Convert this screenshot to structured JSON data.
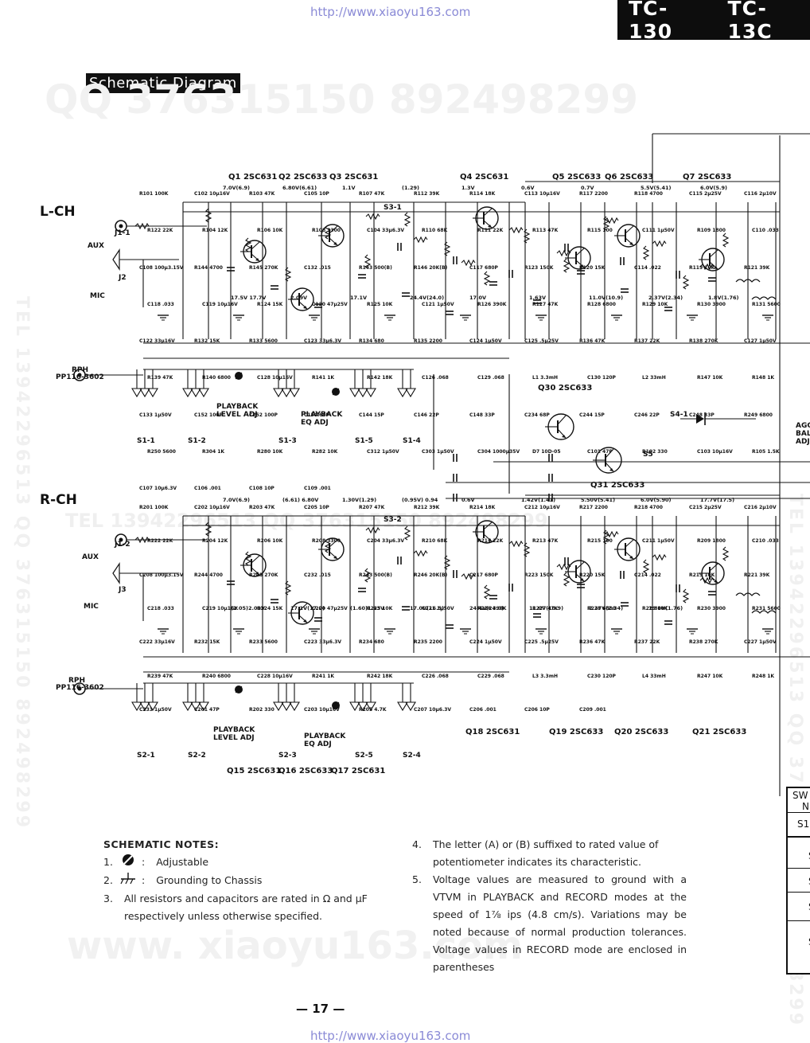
{
  "header": {
    "watermark_url": "http://www.xiaoyu163.com",
    "tab_labels": [
      "TC-130",
      "TC-13C"
    ]
  },
  "title": "Schematic Diagram",
  "watermarks": {
    "qq_line": "QQ 376315150   892498299",
    "site_line": "www. xiaoyu163.com",
    "tel_vertical": "TEL 13942296513  QQ 376315150 892498299",
    "tel_horizontal": "TEL 13942296513   QQ 376315150   892498299"
  },
  "channels": {
    "left": "L-CH",
    "right": "R-CH"
  },
  "transistors": {
    "l_top": [
      "Q1 2SC631",
      "Q2 2SC633",
      "Q3 2SC631",
      "Q4 2SC631",
      "Q5 2SC633",
      "Q6 2SC633",
      "Q7 2SC633"
    ],
    "mid": [
      "Q30 2SC633",
      "Q31 2SC633"
    ],
    "r_bottom": [
      "Q18 2SC631",
      "Q19 2SC633",
      "Q20 2SC633",
      "Q21 2SC633"
    ],
    "r_bottom_left": [
      "Q15 2SC631",
      "Q16 2SC633",
      "Q17 2SC631"
    ]
  },
  "inputs": {
    "aux_l": "AUX",
    "j1": "J1-1",
    "mic_l": "MIC",
    "j2": "J2",
    "rph_l": "RPH",
    "pp_l": "PP116-3602",
    "aux_r": "AUX",
    "j12": "J1-2",
    "mic_r": "MIC",
    "j3": "J3",
    "rph_r": "RPH",
    "pp_r": "PP116-3602"
  },
  "adjust_labels": {
    "pb_level_l": "PLAYBACK LEVEL ADJ",
    "pb_eq_l": "PLAYBACK EQ ADJ",
    "pb_level_r": "PLAYBACK LEVEL ADJ",
    "pb_eq_r": "PLAYBACK EQ ADJ",
    "agc": "AGC BAL ADJ"
  },
  "switches": {
    "l": [
      "S1-1",
      "S1-2",
      "S1-3",
      "S1-5",
      "S1-4"
    ],
    "r": [
      "S2-1",
      "S2-2",
      "S2-3",
      "S2-5",
      "S2-4"
    ],
    "misc": [
      "S3-1",
      "S3-2",
      "S4-1",
      "S5"
    ]
  },
  "components_l": [
    "R101 100K",
    "C102 10μ16V",
    "R103 47K",
    "C105 10P",
    "R107 47K",
    "R112 39K",
    "R114 18K",
    "C113 10μ16V",
    "R117 2200",
    "R118 4700",
    "C115 2μ25V",
    "C116 2μ10V",
    "R122 22K",
    "R104 12K",
    "R106 10K",
    "R108 3300",
    "C104 33μ6.3V",
    "R110 68K",
    "R111 22K",
    "R113 47K",
    "R115 100",
    "C111 1μ50V",
    "R109 1800",
    "C110 .033",
    "C108 100μ3.15V",
    "R144 4700",
    "R145 270K",
    "C132 .015",
    "R143 500(B)",
    "R146 20K(B)",
    "C117 680P",
    "R123 150K",
    "R120 15K",
    "C114 .022",
    "R119 10K",
    "R121 39K",
    "C118 .033",
    "C119 10μ16V",
    "R124 15K",
    "C120 47μ25V",
    "R125 10K",
    "C121 1μ50V",
    "R126 390K",
    "R127 47K",
    "R128 6800",
    "R129 10K",
    "R130 3900",
    "R131 5600",
    "C122 33μ16V",
    "R132 15K",
    "R133 5600",
    "C123 33μ6.3V",
    "R134 680",
    "R135 2200",
    "C124 1μ50V",
    "C125 .5μ25V",
    "R136 47K",
    "R137 22K",
    "R138 270K",
    "C127 1μ50V",
    "R139 47K",
    "R140 6800",
    "C128 10μ16V",
    "R141 1K",
    "R142 18K",
    "C126 .068",
    "C129 .068",
    "L1 3.3mH",
    "C130 120P",
    "L2 33mH",
    "R147 10K",
    "R148 1K",
    "C133 1μ50V",
    "C152 100P",
    "C252 100P",
    "C154 68P",
    "C144 15P",
    "C146 22P",
    "C148 33P",
    "C234 68P",
    "C244 15P",
    "C246 22P",
    "C248 33P",
    "R249 6800",
    "R250 5600",
    "R304 1K",
    "R280 10K",
    "R282 10K",
    "C312 1μ50V",
    "C303 1μ50V",
    "C304 1000μ35V",
    "D7 10D-05",
    "C101 47P",
    "R102 330",
    "C103 10μ16V",
    "R105 1.5K",
    "C107 10μ6.3V",
    "C106 .001",
    "C108 10P",
    "C109 .001"
  ],
  "voltages_l": [
    "7.0V(6.9)",
    "6.80V(6.61)",
    "1.1V",
    "(1.29)",
    "1.3V",
    "0.6V",
    "0.7V",
    "5.5V(5.41)",
    "6.0V(5.9)",
    "17.5V 17.7V",
    "2.09V",
    "17.1V",
    "24.4V(24.0)",
    "17.0V",
    "1.63V",
    "11.0V(10.9)",
    "2.37V(2.34)",
    "1.8V(1.76)"
  ],
  "components_r": [
    "R201 100K",
    "C202 10μ16V",
    "R203 47K",
    "C205 10P",
    "R207 47K",
    "R212 39K",
    "R214 18K",
    "C212 10μ16V",
    "R217 2200",
    "R218 4700",
    "C215 2μ25V",
    "C216 2μ10V",
    "R222 22K",
    "R204 12K",
    "R206 10K",
    "R208 3300",
    "C204 33μ6.3V",
    "R210 68K",
    "R211 22K",
    "R213 47K",
    "R215 100",
    "C211 1μ50V",
    "R209 1800",
    "C210 .033",
    "C208 100μ3.15V",
    "R244 4700",
    "R245 270K",
    "C232 .015",
    "R243 500(B)",
    "R246 20K(B)",
    "C217 680P",
    "R223 150K",
    "R220 15K",
    "C214 .022",
    "R219 10K",
    "R221 39K",
    "C218 .033",
    "C219 10μ16V",
    "R224 15K",
    "C220 47μ25V",
    "R225 10K",
    "C221 1μ50V",
    "R226 390K",
    "R227 47K",
    "R228 6800",
    "R229 10K",
    "R230 3900",
    "R231 5600",
    "C222 33μ16V",
    "R232 15K",
    "R233 5600",
    "C223 33μ6.3V",
    "R234 680",
    "R235 2200",
    "C224 1μ50V",
    "C225 .5μ25V",
    "R236 47K",
    "R237 22K",
    "R238 270K",
    "C227 1μ50V",
    "R239 47K",
    "R240 6800",
    "C228 10μ16V",
    "R241 1K",
    "R242 18K",
    "C226 .068",
    "C229 .068",
    "L3 3.3mH",
    "C230 120P",
    "L4 33mH",
    "R247 10K",
    "R248 1K",
    "C233 1μ50V",
    "C201 47P",
    "R202 330",
    "C203 10μ16V",
    "R205 4.7K",
    "C207 10μ6.3V",
    "C206 .001",
    "C206 10P",
    "C209 .001"
  ],
  "voltages_r": [
    "7.0V(6.9)",
    "(6.61) 6.80V",
    "1.30V(1.29)",
    "(0.95V) 0.94",
    "0.6V",
    "1.42V(1.41)",
    "5.50V(5.41)",
    "6.0V(5.90)",
    "17.7V(17.5)",
    "(2.05)2.09V",
    "17.1V(17.0)",
    "(1.60)1.63V",
    "17.0V(16.5)",
    "24.4V(24.0)",
    "11.0V(10.9)",
    "2.37V(2.34)",
    "1.80V(1.76)"
  ],
  "notes": {
    "heading": "SCHEMATIC NOTES:",
    "n1_num": "1.",
    "n1_colon": ":",
    "n1_text": "Adjustable",
    "n2_num": "2.",
    "n2_colon": ":",
    "n2_text": "Grounding to Chassis",
    "n3_num": "3.",
    "n3_text": "All resistors and capacitors are rated in Ω and μF respectively unless otherwise specified.",
    "n4_num": "4.",
    "n4_text": "The letter (A) or (B) suffixed to rated value of potentiometer indicates its characteristic.",
    "n5_num": "5.",
    "n5_text": "Voltage values are measured to ground with a VTVM in PLAYBACK and RECORD modes at the speed of 1⅞ ips (4.8 cm/s). Variations may be noted because of normal production tolerances. Voltage values in RECORD mode are enclosed in parentheses"
  },
  "page_number": "— 17 —",
  "switch_table": {
    "head1": "SW",
    "head2": "N",
    "row1": "S1",
    "rows": [
      "S",
      "S",
      "S",
      "S"
    ]
  }
}
